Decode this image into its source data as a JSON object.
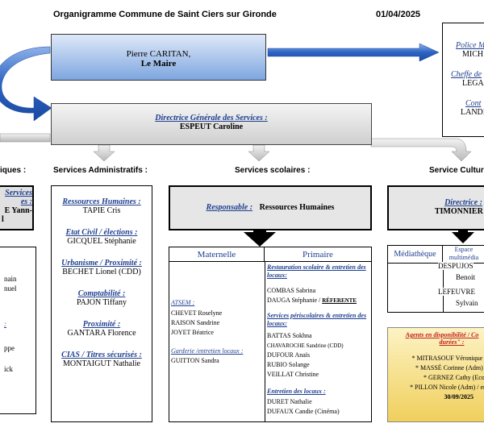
{
  "header": {
    "title": "Organigramme Commune de Saint Ciers sur Gironde",
    "date": "01/04/2025"
  },
  "maire": {
    "name": "Pierre CARITAN,",
    "role": "Le Maire"
  },
  "dgs": {
    "title": "Directrice Générale des Services :",
    "name": "ESPEUT Caroline"
  },
  "right_top": {
    "police_label": "Police M",
    "police_name": "MICH",
    "cheffe_label": "Cheffe de",
    "cheffe_name": "LEGA",
    "cont_label": "Cont",
    "cont_name": "LANDI"
  },
  "sections": {
    "left": "iques :",
    "admin": "Services Administratifs :",
    "scolaires": "Services scolaires :",
    "culture": "Service Cultur"
  },
  "left_col": {
    "box_line1": "Services",
    "box_line2": "es :",
    "box_line3": "E Yann-",
    "box_line4": "l",
    "items": [
      "nain",
      "nuel",
      ":",
      "ppe",
      "ick"
    ]
  },
  "admin": {
    "items": [
      {
        "label": "Ressources Humaines",
        "sep": " :",
        "name": "TAPIE Cris"
      },
      {
        "label": "Etat Civil / élections",
        "sep": " :",
        "name": "GICQUEL Stéphanie"
      },
      {
        "label": "Urbanisme / Proximité",
        "sep": " :",
        "name": "BECHET Lionel (CDD)"
      },
      {
        "label": "Comptabilité",
        "sep": " :",
        "name": "PAJON Tiffany"
      },
      {
        "label": "Proximité",
        "sep": " :",
        "name": "GANTARA Florence"
      },
      {
        "label": "CIAS",
        "sep": " / ",
        "label2": "Titres sécurisés",
        "sep2": " :",
        "name": "MONTAIGUT Nathalie"
      }
    ]
  },
  "scolaires": {
    "resp_label": "Responsable",
    "resp_sep": " :",
    "resp_value": "Ressources Humaines",
    "maternelle": "Maternelle",
    "primaire": "Primaire",
    "atsem_label": "ATSEM :",
    "atsem": [
      "CHEVET Roselyne",
      "RAISON Sandrine",
      "JOYET Béatrice"
    ],
    "garderie_label": "Garderie /entretien locaux :",
    "garderie": [
      "GUITTON Sandra"
    ],
    "resto_label": "Restauration scolaire & entretien des locaux:",
    "resto": [
      "COMBAS Sabrina",
      "DAUGA Stéphanie / "
    ],
    "referente": "RÉFERENTE",
    "peri_label": "Services périscolaires & entretien des locaux:",
    "peri": [
      "BATTAS Sokhna",
      "CHAVAROCHE Sandrine (CDD)",
      "DUFOUR Anaïs",
      "RUBIO Solange",
      "VEILLAT Christine"
    ],
    "ent_label": "Entretien des locaux :",
    "ent": [
      "DURET Nathalie",
      "DUFAUX Candie (Cinéma)"
    ]
  },
  "culture": {
    "dir_label": "Directrice :",
    "dir_name": "TIMONNIER A",
    "mediatheque": "Médiathèque",
    "espace": "Espace multimédia",
    "persons": [
      "DESPUJOS",
      "Benoit",
      "LEFEUVRE",
      "Sylvain"
    ],
    "dispo_title": "Agents en disponibilité / Co",
    "dispo_title2": "durées\" :",
    "dispo": [
      "* MITRASOUF Véronique (",
      "* MASSÉ Corinne (Adm) /",
      "* GERNEZ Cathy (Ecol",
      "* PILLON Nicole (Adm) / en"
    ],
    "dispo_date": "30/09/2025"
  },
  "colors": {
    "blue_arrow": "#2c63c4",
    "gray_arrow": "#c8c8c8",
    "gold": "#f3d773"
  }
}
